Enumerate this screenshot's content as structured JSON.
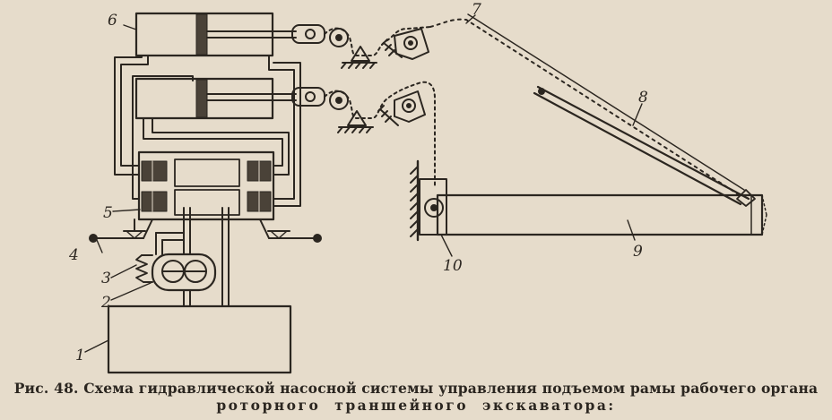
{
  "figure": {
    "labels": {
      "l1": "1",
      "l2": "2",
      "l3": "3",
      "l4": "4",
      "l5": "5",
      "l6": "6",
      "l7": "7",
      "l8": "8",
      "l9": "9",
      "l10": "10"
    }
  },
  "caption": {
    "line1": "Рис. 48. Схема гидравлической насосной системы управления подъемом рамы рабочего органа",
    "line2": "роторного траншейного экскаватора:"
  }
}
